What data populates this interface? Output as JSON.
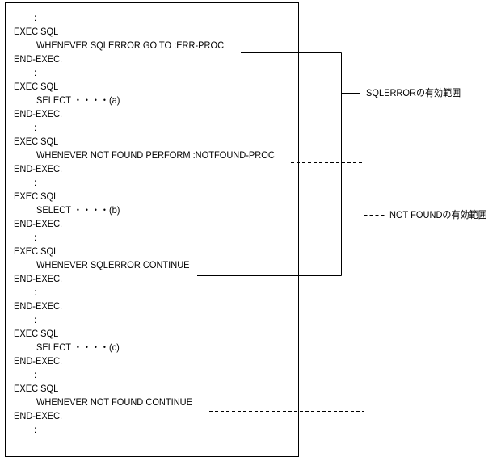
{
  "code_lines": [
    {
      "text": ":",
      "indent": 3
    },
    {
      "text": "EXEC SQL",
      "indent": 0
    },
    {
      "text": "WHENEVER SQLERROR GO TO :ERR-PROC",
      "indent": 2
    },
    {
      "text": "END-EXEC.",
      "indent": 0
    },
    {
      "text": ":",
      "indent": 3
    },
    {
      "text": "EXEC SQL",
      "indent": 0
    },
    {
      "text": "SELECT ・・・・(a)",
      "indent": 2
    },
    {
      "text": "END-EXEC.",
      "indent": 0
    },
    {
      "text": ":",
      "indent": 3
    },
    {
      "text": "EXEC SQL",
      "indent": 0
    },
    {
      "text": "WHENEVER NOT FOUND PERFORM :NOTFOUND-PROC",
      "indent": 2
    },
    {
      "text": "END-EXEC.",
      "indent": 0
    },
    {
      "text": ":",
      "indent": 3
    },
    {
      "text": "EXEC SQL",
      "indent": 0
    },
    {
      "text": "SELECT ・・・・(b)",
      "indent": 2
    },
    {
      "text": "END-EXEC.",
      "indent": 0
    },
    {
      "text": ":",
      "indent": 3
    },
    {
      "text": "EXEC SQL",
      "indent": 0
    },
    {
      "text": "WHENEVER SQLERROR CONTINUE",
      "indent": 2
    },
    {
      "text": "END-EXEC.",
      "indent": 0
    },
    {
      "text": ":",
      "indent": 3
    },
    {
      "text": "END-EXEC.",
      "indent": 0
    },
    {
      "text": ":",
      "indent": 3
    },
    {
      "text": "EXEC SQL",
      "indent": 0
    },
    {
      "text": "SELECT ・・・・(c)",
      "indent": 2
    },
    {
      "text": "END-EXEC.",
      "indent": 0
    },
    {
      "text": ":",
      "indent": 3
    },
    {
      "text": "EXEC SQL",
      "indent": 0
    },
    {
      "text": "WHENEVER NOT FOUND CONTINUE",
      "indent": 2
    },
    {
      "text": "END-EXEC.",
      "indent": 0
    },
    {
      "text": ":",
      "indent": 3
    }
  ],
  "scopes": {
    "sqlerror": {
      "label": "SQLERRORの有効範囲",
      "line_style": "solid"
    },
    "notfound": {
      "label": "NOT FOUNDの有効範囲",
      "line_style": "dashed"
    }
  }
}
